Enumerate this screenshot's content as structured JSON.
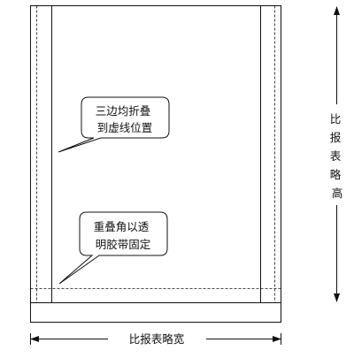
{
  "diagram": {
    "callout_top": {
      "lines": [
        "三边均折叠",
        "到虚线位置"
      ]
    },
    "callout_bottom": {
      "lines": [
        "重叠角以透",
        "明胶带固定"
      ]
    },
    "height_label": {
      "chars": [
        "比",
        "报",
        "表",
        "略",
        "高"
      ]
    },
    "width_label": "比报表略宽"
  },
  "colors": {
    "line": "#111111",
    "background": "#ffffff"
  }
}
